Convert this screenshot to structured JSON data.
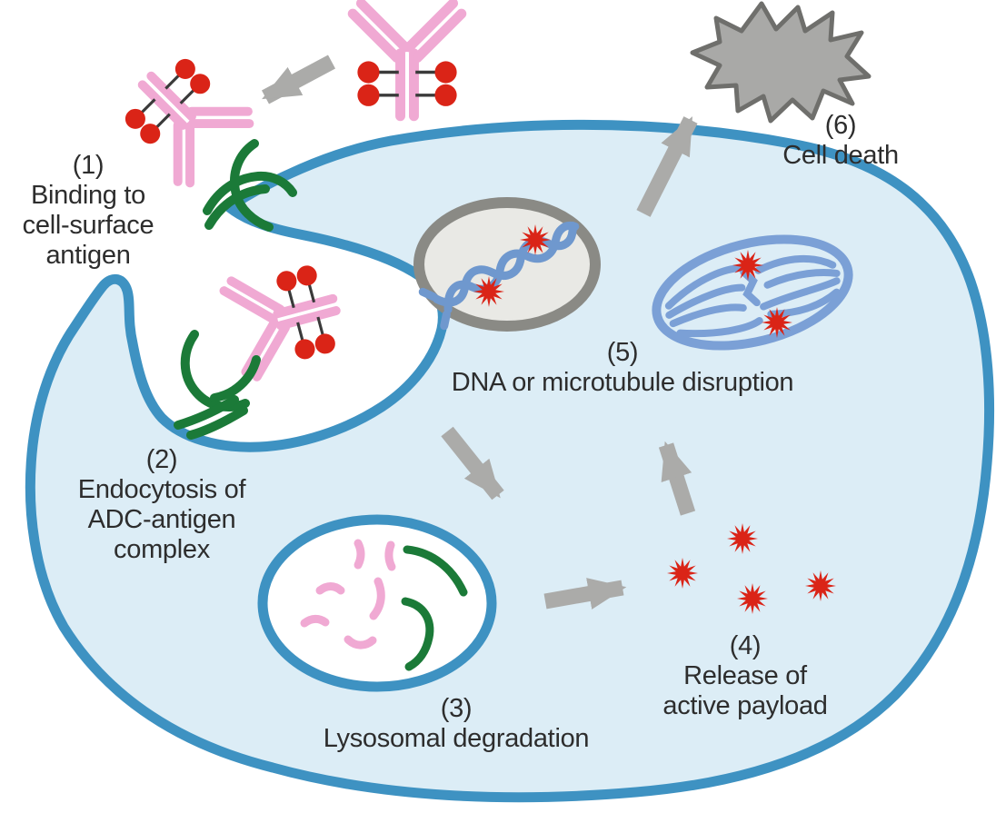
{
  "figure": {
    "type": "mechanism-diagram",
    "subject": "Antibody-drug conjugate (ADC) mechanism of action in a cell"
  },
  "steps": [
    {
      "num": "(1)",
      "lines": [
        "Binding to",
        "cell-surface",
        "antigen"
      ],
      "icon": "adc-antibody-bound-icon"
    },
    {
      "num": "(2)",
      "lines": [
        "Endocytosis of",
        "ADC-antigen",
        "complex"
      ],
      "icon": "endocytosed-adc-icon"
    },
    {
      "num": "(3)",
      "lines": [
        "Lysosomal degradation"
      ],
      "icon": "lysosome-icon"
    },
    {
      "num": "(4)",
      "lines": [
        "Release of",
        "active payload"
      ],
      "icon": "payload-star-icon"
    },
    {
      "num": "(5)",
      "lines": [
        "DNA or microtubule disruption"
      ],
      "icon": "nucleus-dna-and-spindle-icon"
    },
    {
      "num": "(6)",
      "lines": [
        "Cell death"
      ],
      "icon": "dead-cell-icon"
    }
  ],
  "colors": {
    "background": "#ffffff",
    "membrane": "#3e92c2",
    "cytoplasm": "#dcedf6",
    "antibody_pink": "#f0a9d3",
    "payload_red": "#da2417",
    "linker_dark": "#3a3a3a",
    "antigen_green": "#1b7a38",
    "arrow_gray": "#ababa9",
    "nucleus_border": "#8a8a85",
    "nucleus_fill": "#e9e9e5",
    "dna_blue": "#6f98ce",
    "spindle_blue": "#7ba0d6",
    "dead_cell_fill": "#a9a9a7",
    "dead_cell_border": "#6f6f6c",
    "label_text": "#2d2d2d"
  }
}
